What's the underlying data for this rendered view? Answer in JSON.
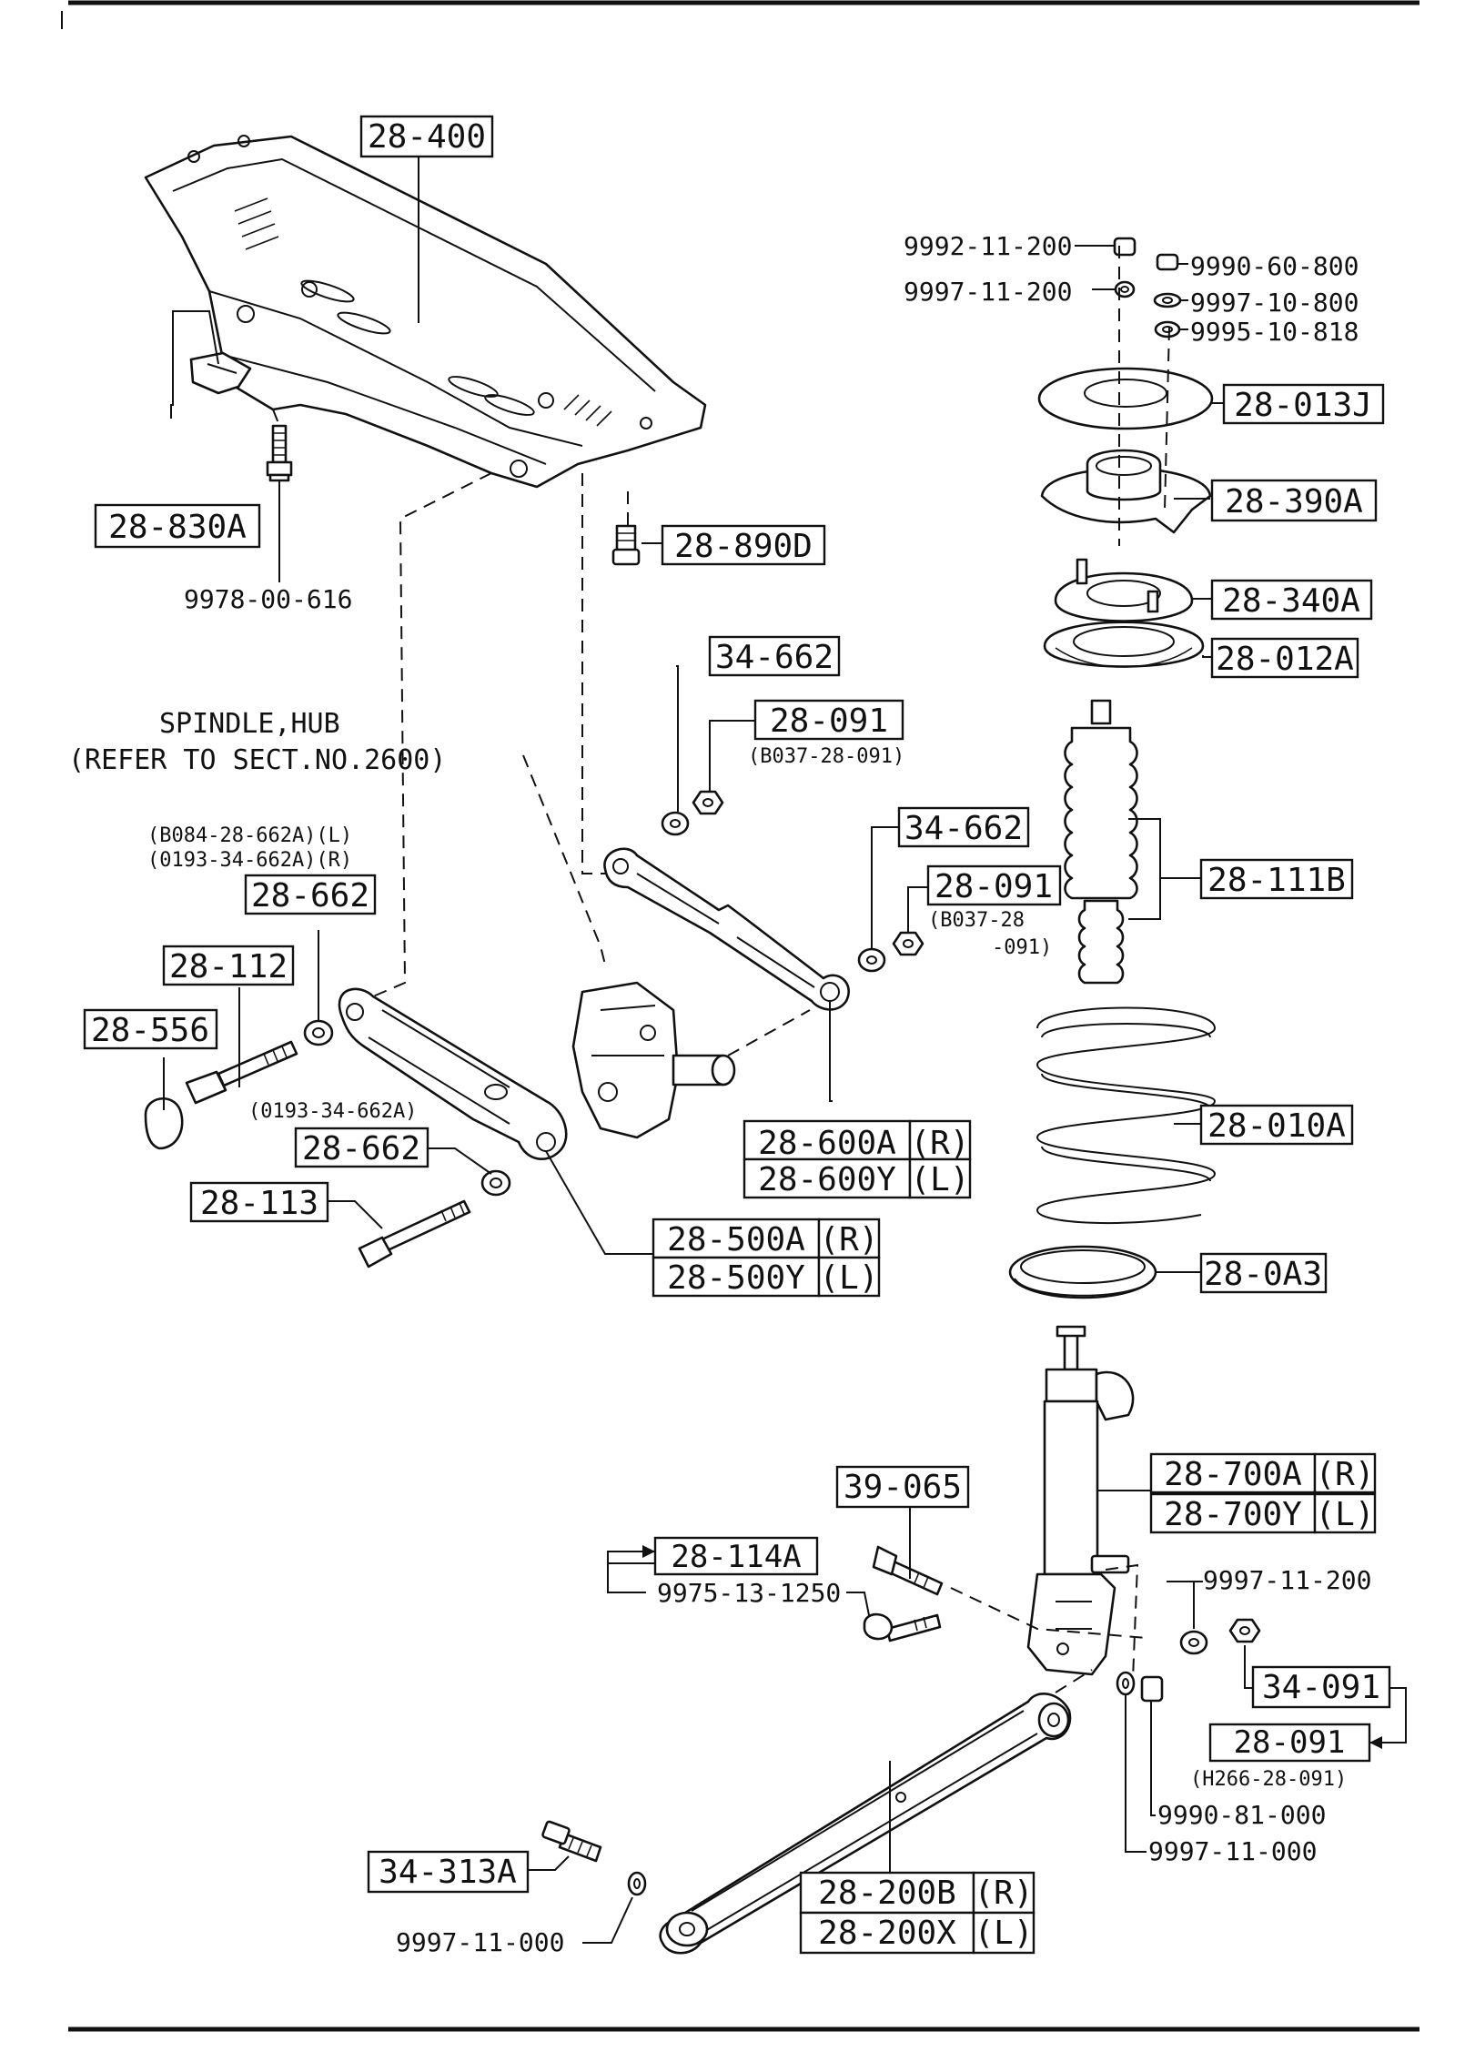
{
  "callouts": {
    "crossmember": "28-400",
    "bracket": "28-830A",
    "bolt_9978": "9978-00-616",
    "stopper": "28-890D",
    "nut_9992": "9992-11-200",
    "nut_9990_60": "9990-60-800",
    "washer_9997_11_200_top": "9997-11-200",
    "washer_9997_10": "9997-10-800",
    "washer_9995": "9995-10-818",
    "mount_plate": "28-013J",
    "mount_rubber": "28-390A",
    "upper_seat": "28-340A",
    "upper_insulator": "28-012A",
    "bump_boot": "28-111B",
    "spring": "28-010A",
    "lower_insulator": "28-0A3",
    "shock_r": "28-700A",
    "shock_l": "28-700Y",
    "side_r": "(R)",
    "side_l": "(L)",
    "upper_arm_nut_1": "34-662",
    "upper_arm_nut_1_sub": "28-091",
    "upper_arm_nut_1_ref": "(B037-28-091)",
    "upper_arm_nut_2": "34-662",
    "upper_arm_nut_2_sub": "28-091",
    "upper_arm_nut_2_ref_a": "(B037-28",
    "upper_arm_nut_2_ref_b": "-091)",
    "spindle_note_1": "SPINDLE,HUB",
    "spindle_note_2": "(REFER TO SECT.NO.2600)",
    "ref_b084": "(B084-28-662A)(L)",
    "ref_0193_r": "(0193-34-662A)(R)",
    "washer_upper": "28-662",
    "bolt_112": "28-112",
    "cap_556": "28-556",
    "ref_0193_mid": "(0193-34-662A)",
    "washer_lower": "28-662",
    "bolt_113": "28-113",
    "upper_arm_r": "28-600A",
    "upper_arm_l": "28-600Y",
    "lower_arm_r": "28-500A",
    "lower_arm_l": "28-500Y",
    "bolt_39_065": "39-065",
    "bolt_28_114a": "28-114A",
    "bolt_9975": "9975-13-1250",
    "washer_9997_11_200_low": "9997-11-200",
    "nut_34_091": "34-091",
    "nut_28_091_low": "28-091",
    "ref_h266": "(H266-28-091)",
    "nut_9990_81": "9990-81-000",
    "washer_9997_11_000_r": "9997-11-000",
    "bolt_34_313a": "34-313A",
    "washer_9997_11_000_l": "9997-11-000",
    "trailing_r": "28-200B",
    "trailing_l": "28-200X"
  }
}
